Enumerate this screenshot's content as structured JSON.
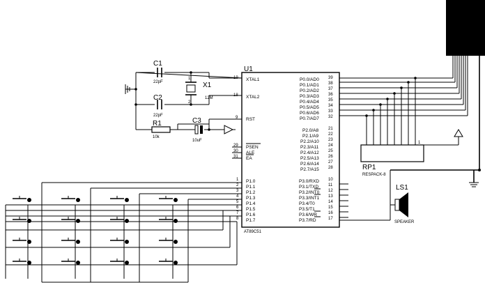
{
  "mcu": {
    "ref": "U1",
    "part": "AT89C51",
    "left_pins": [
      {
        "num": "19",
        "name": "XTAL1"
      },
      {
        "num": "18",
        "name": "XTAL2"
      },
      {
        "num": "9",
        "name": "RST"
      },
      {
        "num": "29",
        "name": "PSEN"
      },
      {
        "num": "30",
        "name": "ALE"
      },
      {
        "num": "31",
        "name": "EA"
      },
      {
        "num": "1",
        "name": "P1.0"
      },
      {
        "num": "2",
        "name": "P1.1"
      },
      {
        "num": "3",
        "name": "P1.2"
      },
      {
        "num": "4",
        "name": "P1.3"
      },
      {
        "num": "5",
        "name": "P1.4"
      },
      {
        "num": "6",
        "name": "P1.5"
      },
      {
        "num": "7",
        "name": "P1.6"
      },
      {
        "num": "8",
        "name": "P1.7"
      }
    ],
    "right_pins": [
      {
        "num": "39",
        "name": "P0.0/AD0"
      },
      {
        "num": "38",
        "name": "P0.1/AD1"
      },
      {
        "num": "37",
        "name": "P0.2/AD2"
      },
      {
        "num": "36",
        "name": "P0.3/AD3"
      },
      {
        "num": "35",
        "name": "P0.4/AD4"
      },
      {
        "num": "34",
        "name": "P0.5/AD5"
      },
      {
        "num": "33",
        "name": "P0.6/AD6"
      },
      {
        "num": "32",
        "name": "P0.7/AD7"
      },
      {
        "num": "21",
        "name": "P2.0/A8"
      },
      {
        "num": "22",
        "name": "P2.1/A9"
      },
      {
        "num": "23",
        "name": "P2.2/A10"
      },
      {
        "num": "24",
        "name": "P2.3/A11"
      },
      {
        "num": "25",
        "name": "P2.4/A12"
      },
      {
        "num": "26",
        "name": "P2.5/A13"
      },
      {
        "num": "27",
        "name": "P2.6/A14"
      },
      {
        "num": "28",
        "name": "P2.7/A15"
      },
      {
        "num": "10",
        "name": "P3.0/RXD"
      },
      {
        "num": "11",
        "name": "P3.1/TXD"
      },
      {
        "num": "12",
        "name": "P3.2/INT0"
      },
      {
        "num": "13",
        "name": "P3.3/INT1"
      },
      {
        "num": "14",
        "name": "P3.4/T0"
      },
      {
        "num": "15",
        "name": "P3.5/T1"
      },
      {
        "num": "16",
        "name": "P3.6/WR"
      },
      {
        "num": "17",
        "name": "P3.7/RD"
      }
    ]
  },
  "components": {
    "c1": {
      "ref": "C1",
      "value": "22pF"
    },
    "c2": {
      "ref": "C2",
      "value": "22pF"
    },
    "c3": {
      "ref": "C3",
      "value": "10uF"
    },
    "r1": {
      "ref": "R1",
      "value": "10k"
    },
    "x1": {
      "ref": "X1",
      "value": "12M",
      "pin1": "1",
      "pin2": "2"
    },
    "rp1": {
      "ref": "RP1",
      "value": "RESPACK-8",
      "pin1": "1"
    },
    "ls1": {
      "ref": "LS1",
      "value": "SPEAKER"
    }
  },
  "colors": {
    "wire": "#000000",
    "display": "#000000",
    "background": "#ffffff"
  }
}
